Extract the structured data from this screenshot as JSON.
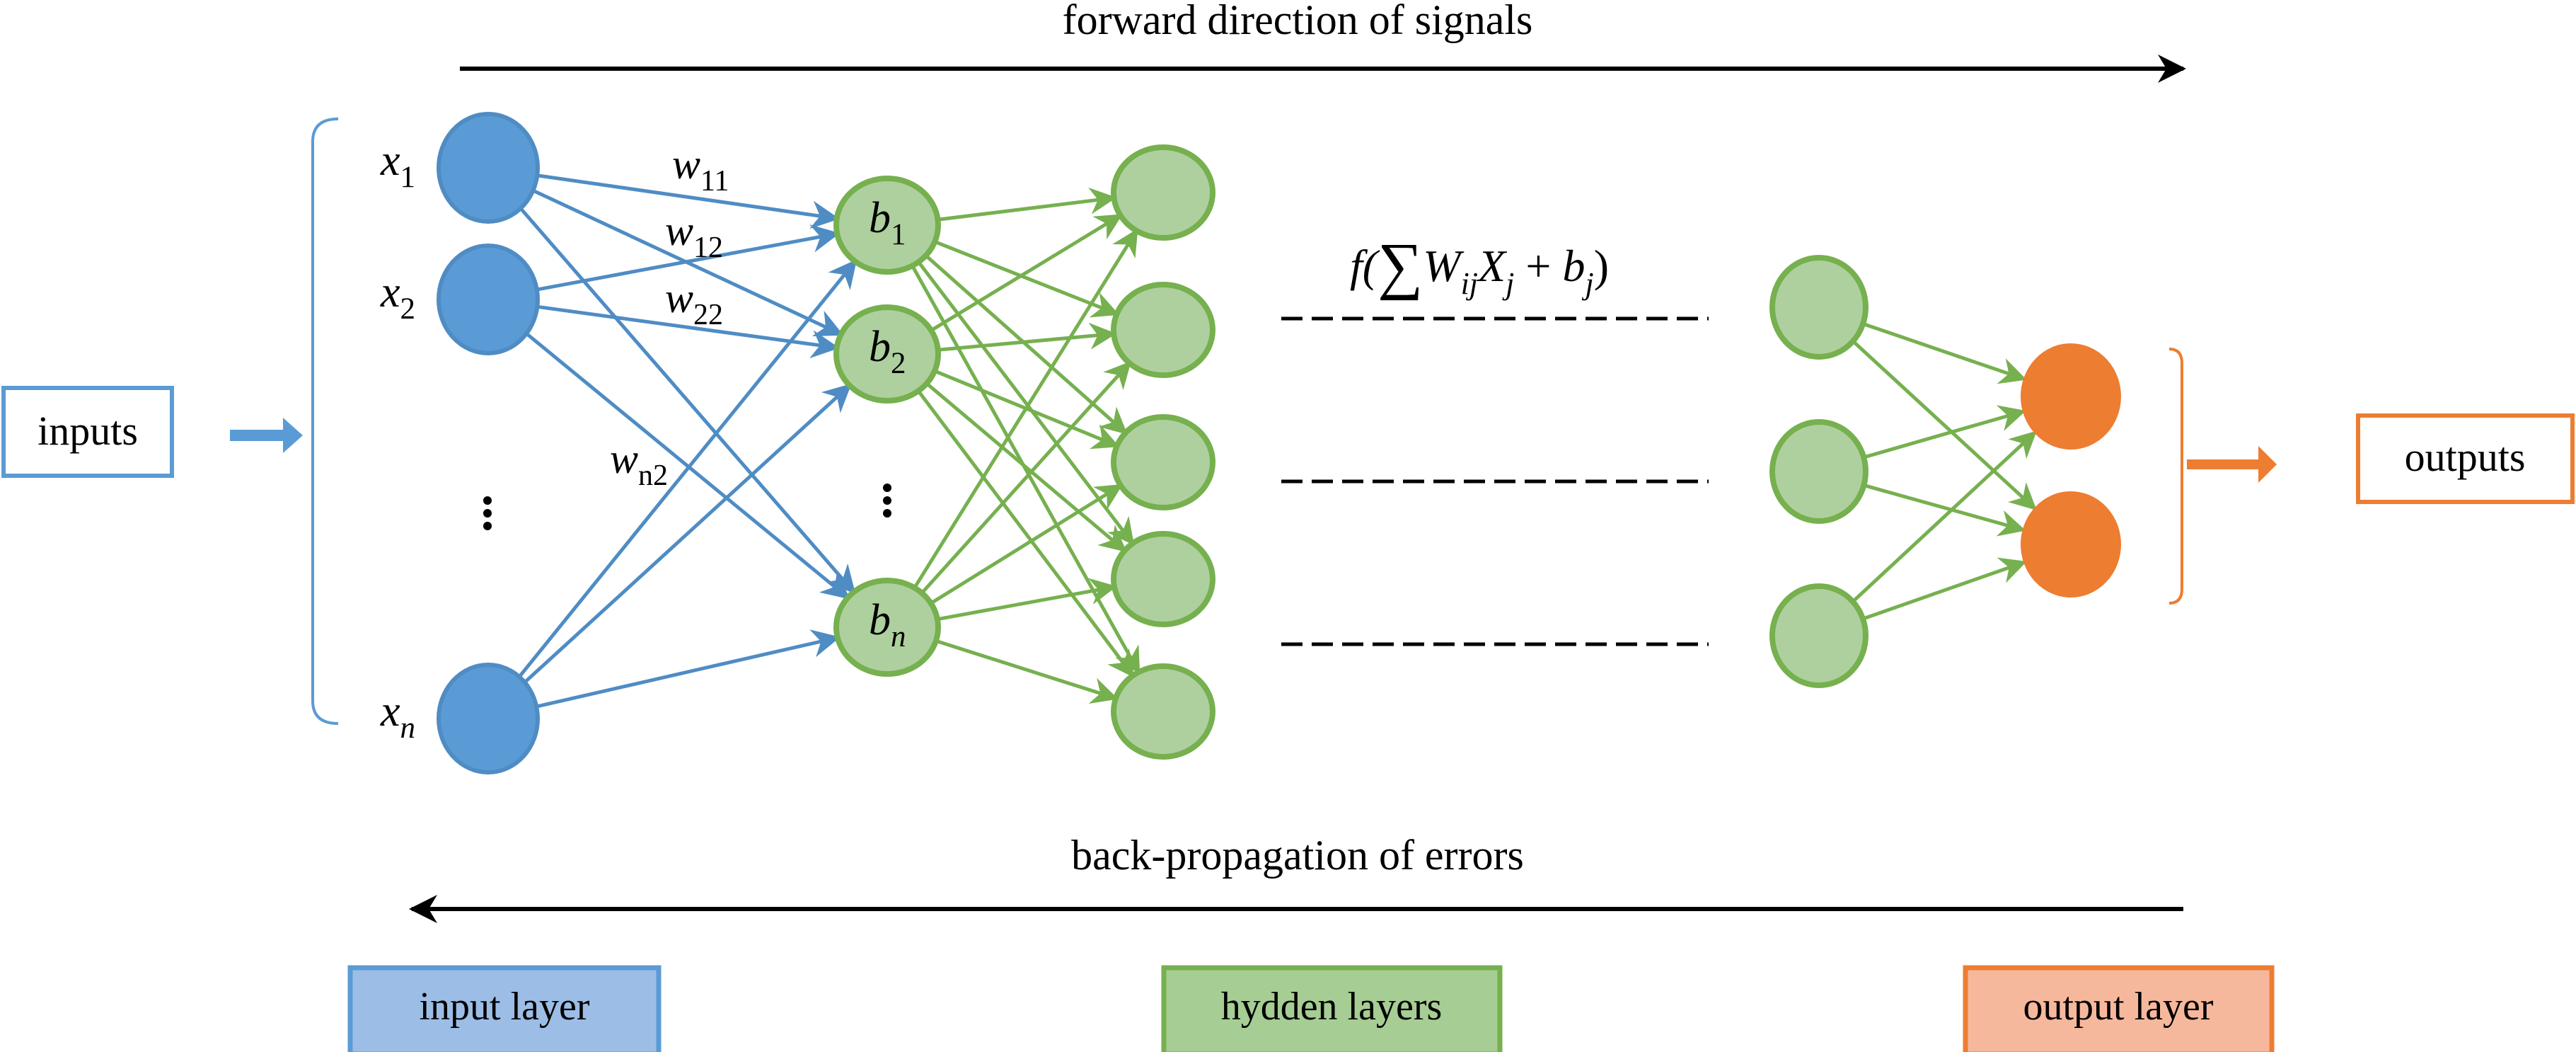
{
  "title": "forward direction of signals",
  "back_label": "back-propagation of errors",
  "inputs_box": "inputs",
  "outputs_box": "outputs",
  "formula": {
    "f": "f(",
    "sum": "∑",
    "W": "W",
    "ij": "ij",
    "X": "X",
    "j1": "j",
    "plus": " + ",
    "b": "b",
    "j2": "j",
    "close": ")"
  },
  "input_nodes": [
    {
      "var": "x",
      "sub": "1"
    },
    {
      "var": "x",
      "sub": "2"
    },
    {
      "var": "x",
      "sub": "n"
    }
  ],
  "bias_nodes": [
    {
      "var": "b",
      "sub": "1"
    },
    {
      "var": "b",
      "sub": "2"
    },
    {
      "var": "b",
      "sub": "n"
    }
  ],
  "weights": [
    {
      "var": "w",
      "sub": "11"
    },
    {
      "var": "w",
      "sub": "12"
    },
    {
      "var": "w",
      "sub": "22"
    },
    {
      "var": "w",
      "sub": "n2"
    }
  ],
  "ellipsis": "⋮",
  "legend": [
    {
      "label": "input layer"
    },
    {
      "label": "hydden layers"
    },
    {
      "label": "output layer"
    }
  ],
  "colors": {
    "input_fill": "#5b9bd5",
    "input_stroke": "#4f8cc4",
    "hidden_fill": "#aed09e",
    "hidden_stroke": "#76b04f",
    "output_fill": "#ed7d31",
    "input_legend_fill": "#9cbde5",
    "hidden_legend_fill": "#a6cd93",
    "output_legend_fill": "#f6b89c"
  },
  "structure": {
    "input_count_shown": 3,
    "first_hidden_shown": 3,
    "second_hidden_shown": 5,
    "last_hidden_shown": 3,
    "output_count": 2
  }
}
